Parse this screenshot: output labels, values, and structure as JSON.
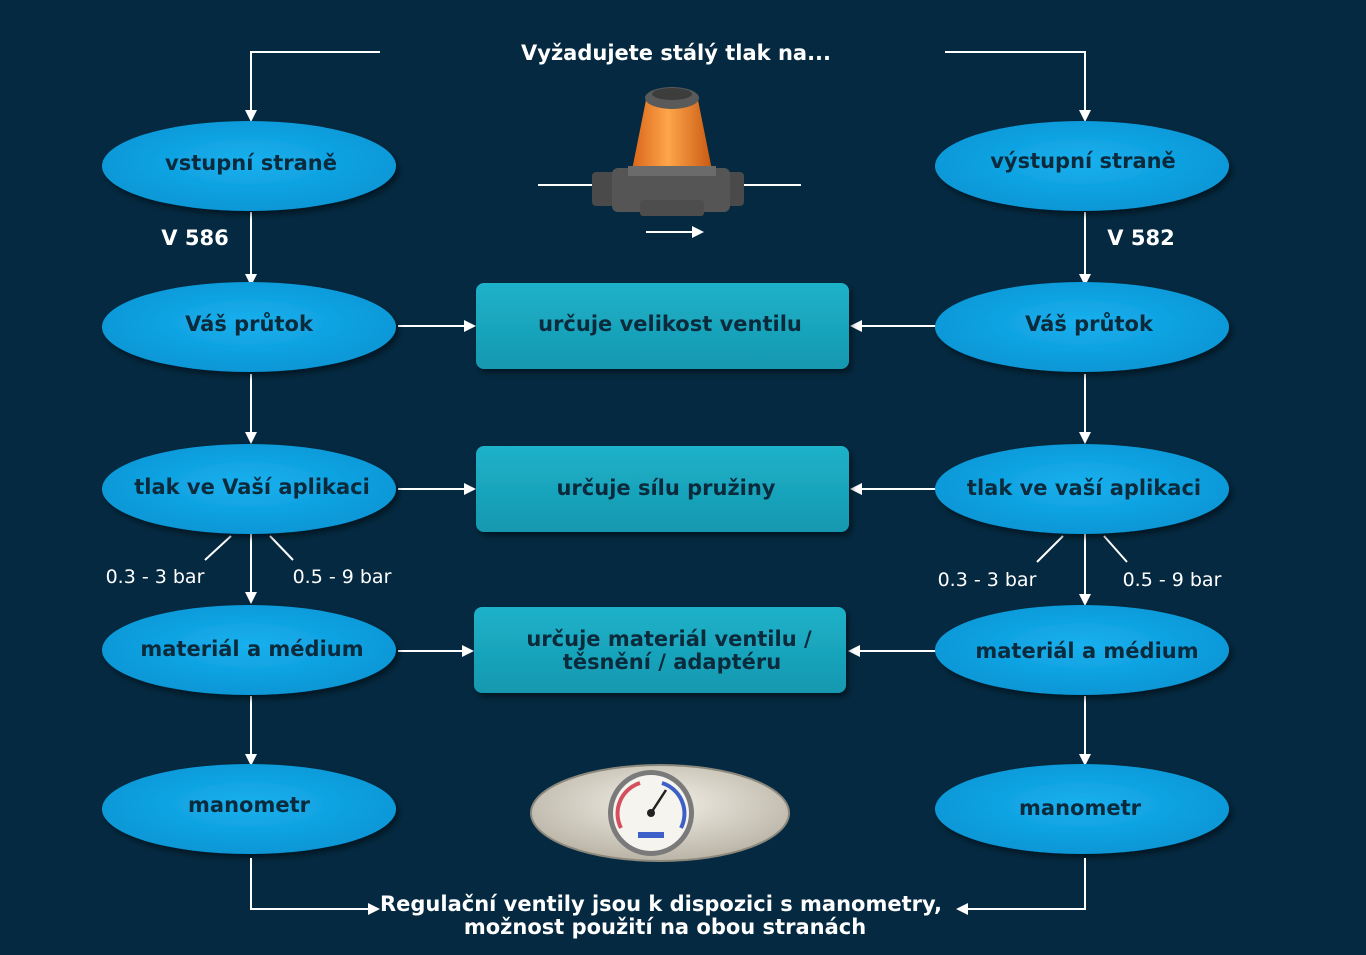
{
  "title": "Vyžadujete stálý tlak na...",
  "left": {
    "nodes": [
      "vstupní straně",
      "Váš průtok",
      "tlak ve Vaší aplikaci",
      "materiál a médium",
      "manometr"
    ],
    "version": "V 586",
    "range_low": "0.3 - 3 bar",
    "range_high": "0.5 - 9 bar"
  },
  "right": {
    "nodes": [
      "výstupní straně",
      "Váš průtok",
      "tlak ve vaší aplikaci",
      "materiál a médium",
      "manometr"
    ],
    "version": "V 582",
    "range_low": "0.3 - 3 bar",
    "range_high": "0.5 - 9 bar"
  },
  "center": {
    "boxes": [
      [
        "určuje velikost ventilu"
      ],
      [
        "určuje sílu pružiny"
      ],
      [
        "určuje materiál ventilu /",
        "těsnění / adaptéru"
      ]
    ]
  },
  "footer": {
    "line1": "Regulační ventily jsou k dispozici s manometry,",
    "line2": "možnost použití na obou stranách"
  },
  "colors": {
    "background": "#042940",
    "ellipse": "#0a9fe0",
    "box": "#19a7c0",
    "text_dark": "#0b2a3c",
    "valve_orange": "#f7892b"
  },
  "icons": [
    "pressure-regulator-valve-icon",
    "pressure-gauge-icon"
  ]
}
